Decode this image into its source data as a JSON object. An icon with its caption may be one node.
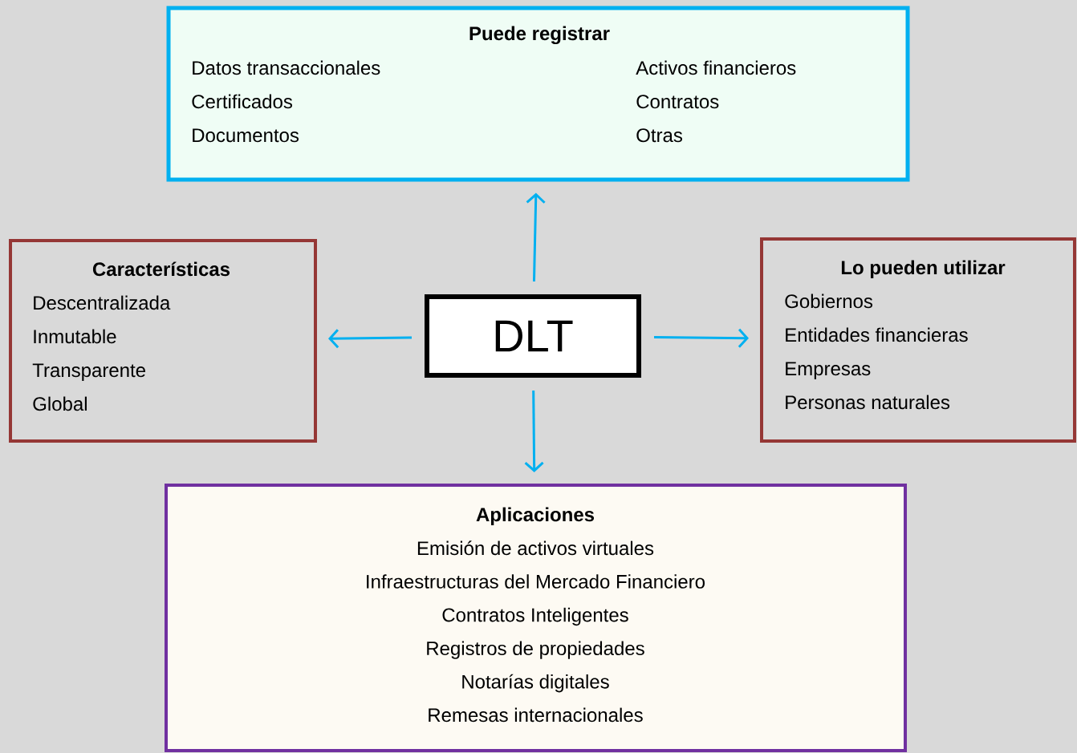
{
  "diagram": {
    "nodes": [
      {
        "text": [
          "DLT"
        ]
      },
      {
        "text": [
          "Puede registrar",
          "Datos transaccionales",
          "Certificados",
          "Documentos",
          "Activos financieros",
          "Contratos",
          "Otras"
        ]
      },
      {
        "text": [
          "Características",
          "Descentralizada",
          "Inmutable",
          "Transparente",
          "Global"
        ]
      },
      {
        "text": [
          "Lo pueden utilizar",
          "Gobiernos",
          "Entidades financieras",
          "Empresas",
          "Personas naturales"
        ]
      },
      {
        "text": [
          "Aplicaciones",
          "Emisión de activos virtuales",
          "Infraestructuras del Mercado Financiero",
          "Contratos Inteligentes",
          "Registros de propiedades",
          "Notarías digitales",
          "Remesas internacionales"
        ]
      }
    ],
    "edges": [
      {
        "from": 0,
        "to": 1,
        "arrow": "to"
      },
      {
        "from": 0,
        "to": 2,
        "arrow": "to"
      },
      {
        "from": 0,
        "to": 3,
        "arrow": "to"
      },
      {
        "from": 0,
        "to": 4,
        "arrow": "to"
      }
    ]
  }
}
